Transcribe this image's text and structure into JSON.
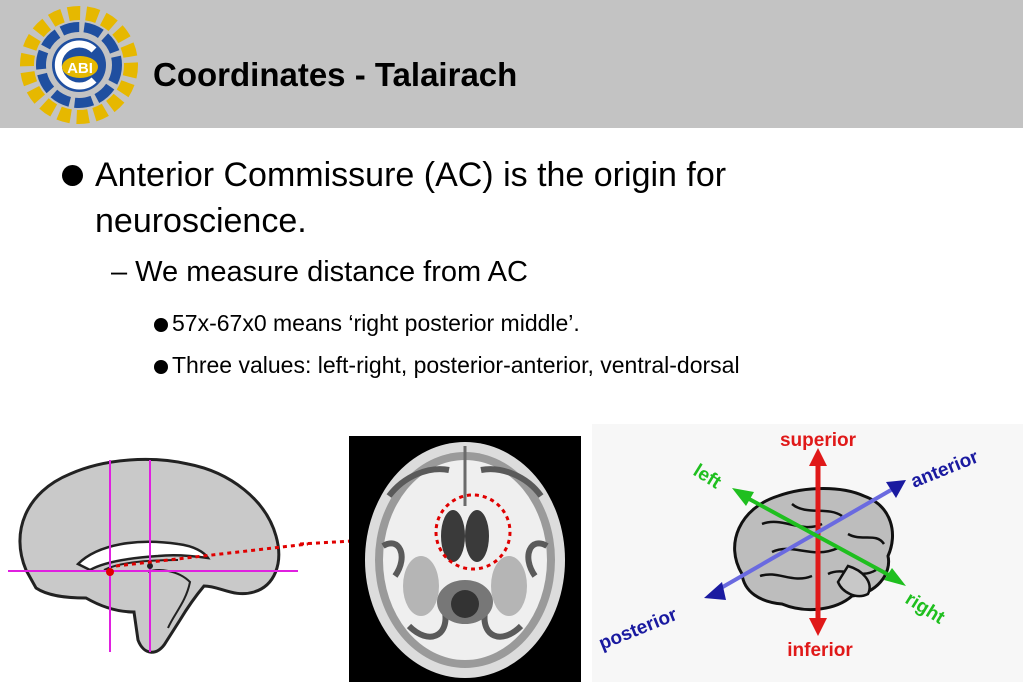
{
  "slide": {
    "title": "Coordinates - Talairach",
    "logo_text": "ABI"
  },
  "bullets": {
    "level1": {
      "line1": "Anterior Commissure (AC) is the origin for",
      "line2": "neuroscience."
    },
    "level2": "– We measure distance from AC",
    "level3": [
      "57x-67x0 means ‘right posterior middle’.",
      "Three values: left-right, posterior-anterior, ventral-dorsal"
    ]
  },
  "diagram": {
    "labels": {
      "superior": "superior",
      "inferior": "inferior",
      "anterior": "anterior",
      "posterior": "posterior",
      "left": "left",
      "right": "right"
    },
    "colors": {
      "superior_inferior": "#e01919",
      "anterior_posterior": "#1a1aa0",
      "left_right": "#1fbf1f",
      "crosshair": "#e020e0",
      "ac_link": "#e00000"
    }
  }
}
